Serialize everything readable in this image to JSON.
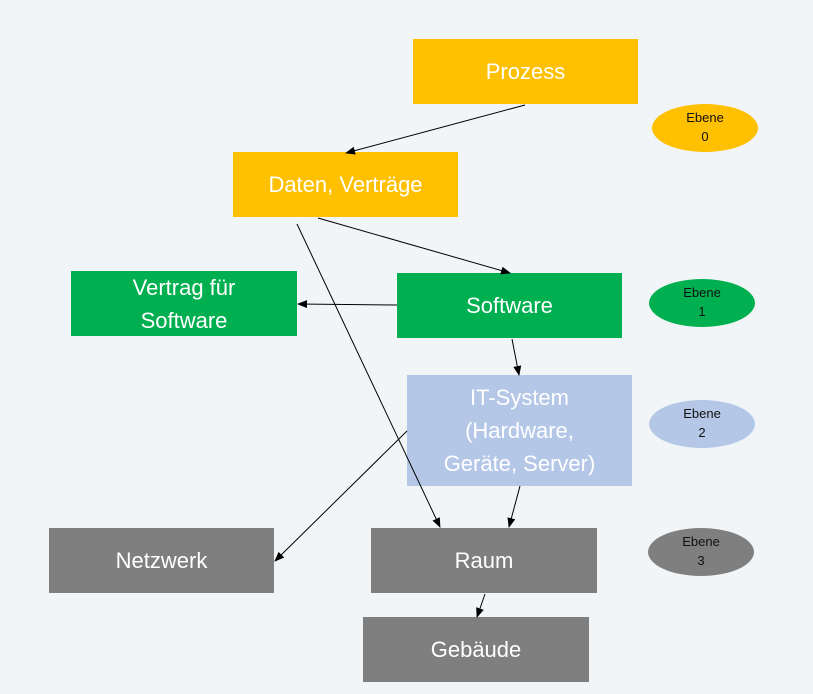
{
  "nodes": {
    "prozess": "Prozess",
    "daten": "Daten, Verträge",
    "vertrag": "Vertrag für\nSoftware",
    "software": "Software",
    "it_system": "IT-System\n(Hardware,\nGeräte, Server)",
    "netzwerk": "Netzwerk",
    "raum": "Raum",
    "gebaeude": "Gebäude"
  },
  "levels": [
    {
      "label": "Ebene\n0",
      "color": "#ffc000"
    },
    {
      "label": "Ebene\n1",
      "color": "#00b050"
    },
    {
      "label": "Ebene\n2",
      "color": "#b4c7e7"
    },
    {
      "label": "Ebene\n3",
      "color": "#7f7f7f"
    }
  ],
  "edges": [
    {
      "from": "prozess",
      "to": "daten"
    },
    {
      "from": "daten",
      "to": "software"
    },
    {
      "from": "daten",
      "to": "raum"
    },
    {
      "from": "software",
      "to": "vertrag"
    },
    {
      "from": "software",
      "to": "it_system"
    },
    {
      "from": "it_system",
      "to": "netzwerk"
    },
    {
      "from": "it_system",
      "to": "raum"
    },
    {
      "from": "raum",
      "to": "gebaeude"
    }
  ]
}
